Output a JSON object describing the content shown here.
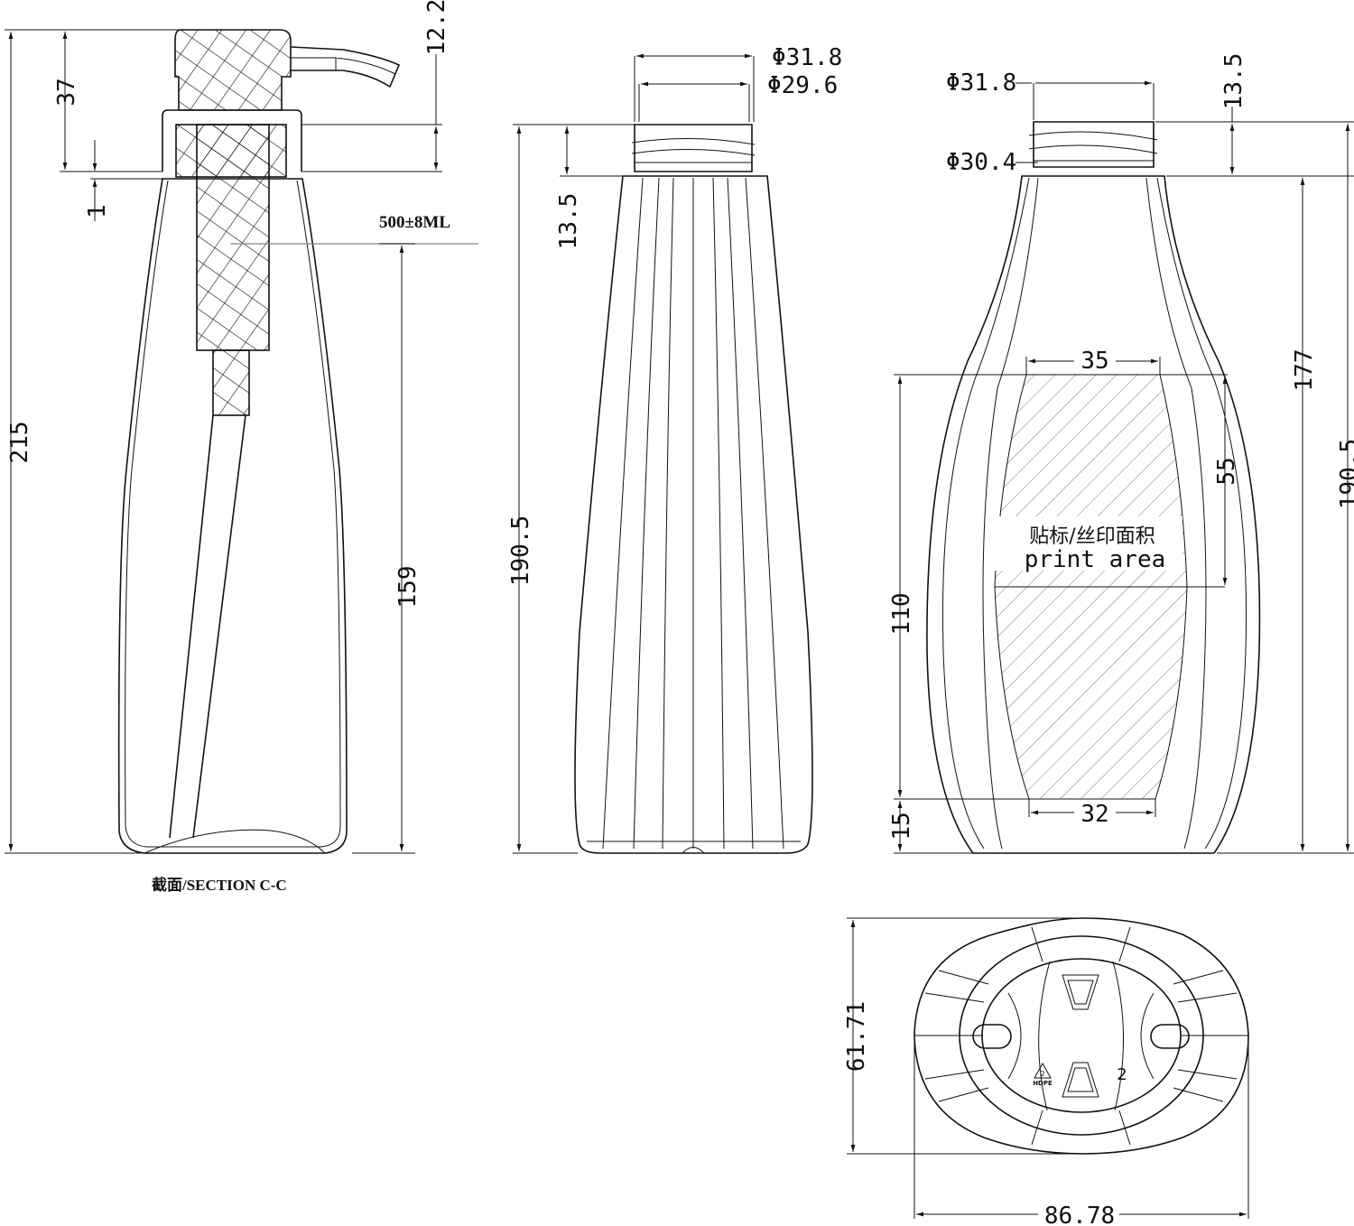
{
  "section_view": {
    "overall_height": "215",
    "pump_height": "37",
    "gap": "1",
    "neck_height": "12.2",
    "capacity": "500±8ML",
    "fill_height": "159",
    "caption": "截面/SECTION  C-C"
  },
  "front_view": {
    "outer_diameter": "Φ31.8",
    "inner_diameter": "Φ29.6",
    "neck_height": "13.5",
    "body_height": "190.5"
  },
  "side_view": {
    "outer_diameter": "Φ31.8",
    "thread_diameter": "Φ30.4",
    "neck_height": "13.5",
    "shoulder_height": "177",
    "total_height": "190.5",
    "print_top_width": "35",
    "print_bottom_width": "32",
    "print_upper_height": "55",
    "print_height": "110",
    "print_bottom_offset": "15",
    "print_label_cn": "贴标/丝印面积",
    "print_label_en": "print area"
  },
  "bottom_view": {
    "depth": "61.71",
    "width": "86.78",
    "resin_code": "2",
    "resin_label": "HDPE",
    "mold_number": "2"
  }
}
